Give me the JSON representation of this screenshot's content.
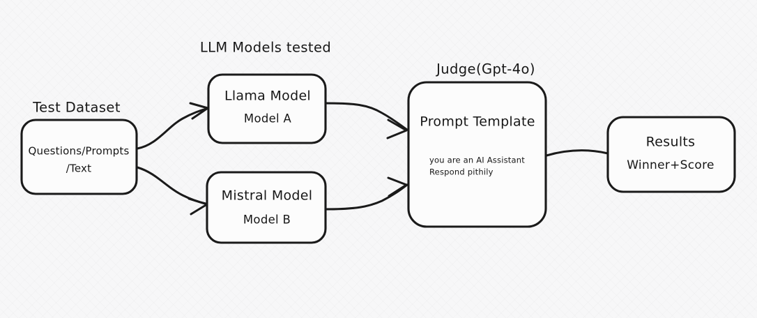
{
  "diagram": {
    "title_labels": [
      {
        "id": "llm-models-tested",
        "text": "LLM Models tested"
      },
      {
        "id": "judge",
        "text": "Judge(Gpt-4o)"
      },
      {
        "id": "test-dataset",
        "text": "Test Dataset"
      }
    ],
    "nodes": {
      "dataset": {
        "line1": "Questions/Prompts",
        "line2": "/Text"
      },
      "model_a": {
        "line1": "Llama Model",
        "line2": "Model A"
      },
      "model_b": {
        "line1": "Mistral Model",
        "line2": "Model B"
      },
      "judge": {
        "line1": "Prompt Template",
        "prompt_line1": "you are an AI Assistant",
        "prompt_line2": "Respond pithily"
      },
      "results": {
        "line1": "Results",
        "line2": "Winner+Score"
      }
    },
    "colors": {
      "background": "#f7f7f8",
      "stroke": "#1a1a1a",
      "node_fill": "#fcfcfc",
      "text": "#171717"
    }
  }
}
